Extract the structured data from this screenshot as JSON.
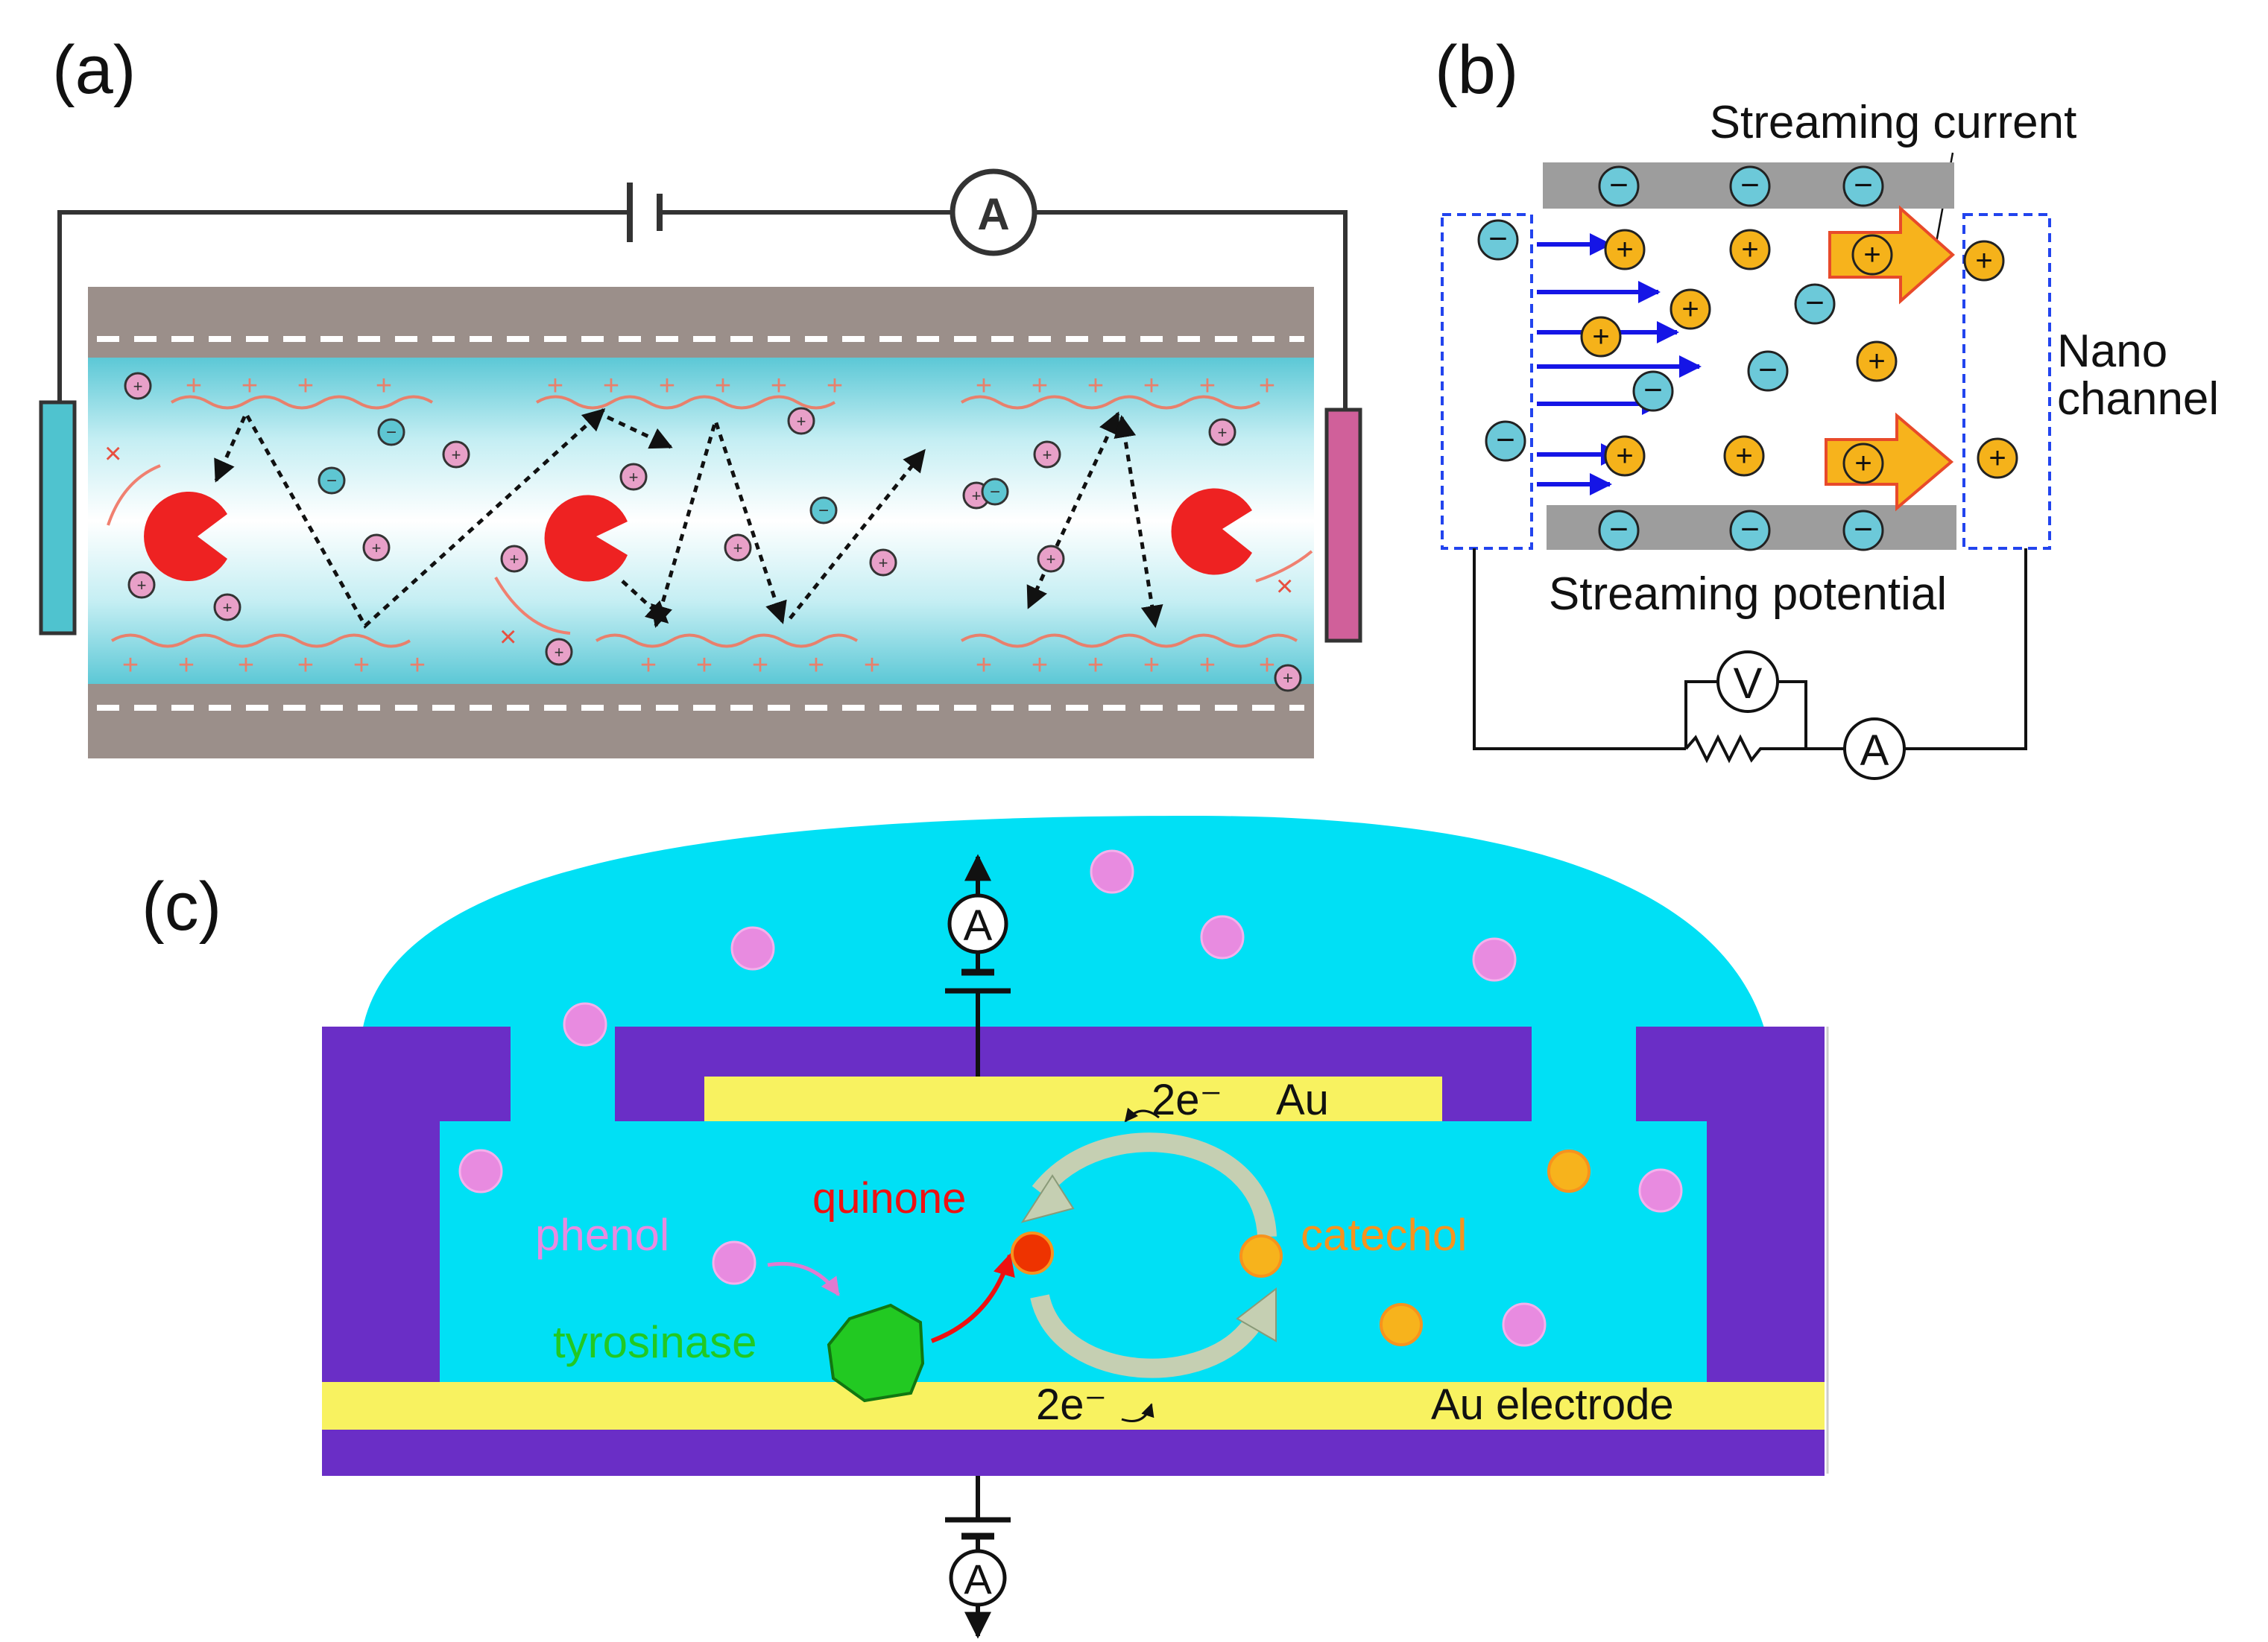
{
  "panels": {
    "a": {
      "label": "(a)",
      "ammeter_symbol": "A",
      "ion_sign": "+",
      "anion_sign": "−",
      "blocked_mark": "×"
    },
    "b": {
      "label": "(b)",
      "streaming_current": "Streaming current",
      "nano_line1": "Nano",
      "nano_line2": "channel",
      "streaming_potential": "Streaming potential",
      "voltmeter_symbol": "V",
      "ammeter_symbol": "A",
      "cation_sign": "+",
      "anion_sign": "−"
    },
    "c": {
      "label": "(c)",
      "ammeter_symbol": "A",
      "top_electrons": "2e⁻",
      "top_electrode": "Au",
      "bottom_electrons": "2e⁻",
      "bottom_electrode": "Au electrode",
      "quinone": "quinone",
      "phenol": "phenol",
      "catechol": "catechol",
      "tyrosinase": "tyrosinase"
    }
  },
  "colors": {
    "channel_wall": "#9b8f8a",
    "electrolyte": "#6fd2dc",
    "cathode": "#4fc3cf",
    "anode": "#d0609a",
    "enzyme_red": "#ee2222",
    "cation_fill": "#e8a0c8",
    "anion_fill": "#5ec6d2",
    "b_cation": "#f5b21a",
    "b_anion": "#6cc9d9",
    "b_wall": "#9d9d9d",
    "flow_arrow": "#1515e6",
    "current_arrow": "#f7b31c",
    "dashed_box": "#2244ee",
    "c_solution": "#00e0f5",
    "c_substrate": "#6a2ec6",
    "c_gold": "#f8f260",
    "phenol_color": "#e88be0",
    "quinone_color": "#ee2200",
    "catechol_color": "#f7931e",
    "tyrosinase_color": "#22c922"
  }
}
